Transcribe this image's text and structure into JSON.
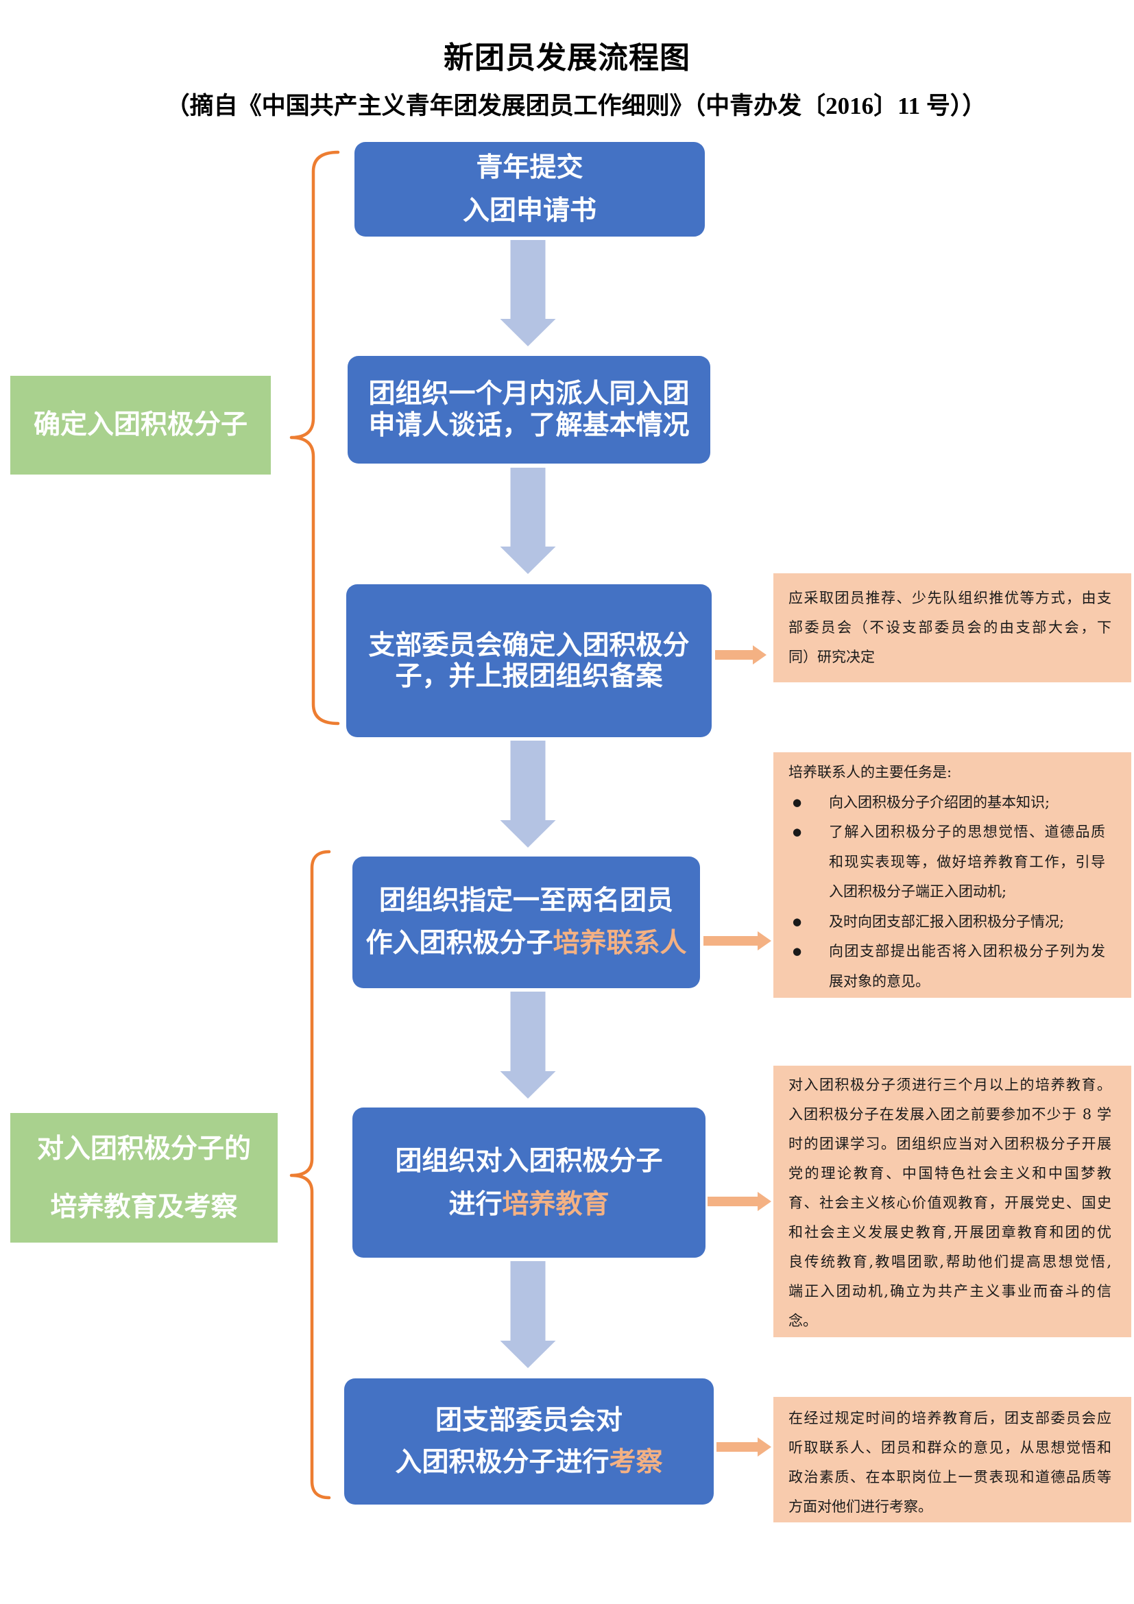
{
  "title": "新团员发展流程图",
  "subtitle": "（摘自《中国共产主义青年团发展团员工作细则》（中青办发〔2016〕11 号））",
  "colors": {
    "step_fill": "#4472C4",
    "phase_fill": "#A9D18E",
    "note_fill": "#F8CBAD",
    "brace": "#ED7D31",
    "note_arrow": "#F4B183",
    "flow_arrow": "#B4C3E3",
    "highlight_text": "#F4B183"
  },
  "phases": [
    {
      "lines": [
        "确定入团积极分子"
      ]
    },
    {
      "lines": [
        "对入团积极分子的",
        "培养教育及考察"
      ]
    }
  ],
  "steps": [
    {
      "lines": [
        {
          "text": "青年提交"
        },
        {
          "text": "入团申请书"
        }
      ]
    },
    {
      "lines": [
        {
          "text": "团组织一个月内派人同入团"
        },
        {
          "text": "申请人谈话，了解基本情况"
        }
      ]
    },
    {
      "lines": [
        {
          "text": "支部委员会确定入团积极分"
        },
        {
          "text": "子，并上报团组织备案"
        }
      ]
    },
    {
      "lines": [
        {
          "text": "团组织指定一至两名团员"
        },
        {
          "text": "作入团积极分子",
          "highlight": "培养联系人"
        }
      ]
    },
    {
      "lines": [
        {
          "text": "团组织对入团积极分子"
        },
        {
          "text": "进行",
          "highlight": "培养教育"
        }
      ]
    },
    {
      "lines": [
        {
          "text": "团支部委员会对"
        },
        {
          "text": "入团积极分子进行",
          "highlight": "考察"
        }
      ]
    }
  ],
  "notes": [
    {
      "lines": [
        "应采取团员推荐、少先队组织推优等方式，由支",
        "部委员会（不设支部委员会的由支部大会，下",
        "同）研究决定"
      ]
    },
    {
      "heading": "培养联系人的主要任务是:",
      "bullet_symbol": "●",
      "bullets": [
        {
          "lines": [
            "向入团积极分子介绍团的基本知识;"
          ]
        },
        {
          "lines": [
            "了解入团积极分子的思想觉悟、道德品质",
            "和现实表现等，做好培养教育工作，引导",
            "入团积极分子端正入团动机;"
          ]
        },
        {
          "lines": [
            "及时向团支部汇报入团积极分子情况;"
          ]
        },
        {
          "lines": [
            "向团支部提出能否将入团积极分子列为发",
            "展对象的意见。"
          ]
        }
      ]
    },
    {
      "lines": [
        "对入团积极分子须进行三个月以上的培养教育。",
        "入团积极分子在发展入团之前要参加不少于 8 学",
        "时的团课学习。团组织应当对入团积极分子开展",
        "党的理论教育、中国特色社会主义和中国梦教",
        "育、社会主义核心价值观教育，开展党史、国史",
        "和社会主义发展史教育,开展团章教育和团的优",
        "良传统教育,教唱团歌,帮助他们提高思想觉悟,",
        "端正入团动机,确立为共产主义事业而奋斗的信",
        "念。"
      ]
    },
    {
      "lines": [
        "在经过规定时间的培养教育后，团支部委员会应",
        "听取联系人、团员和群众的意见，从思想觉悟和",
        "政治素质、在本职岗位上一贯表现和道德品质等",
        "方面对他们进行考察。"
      ]
    }
  ]
}
